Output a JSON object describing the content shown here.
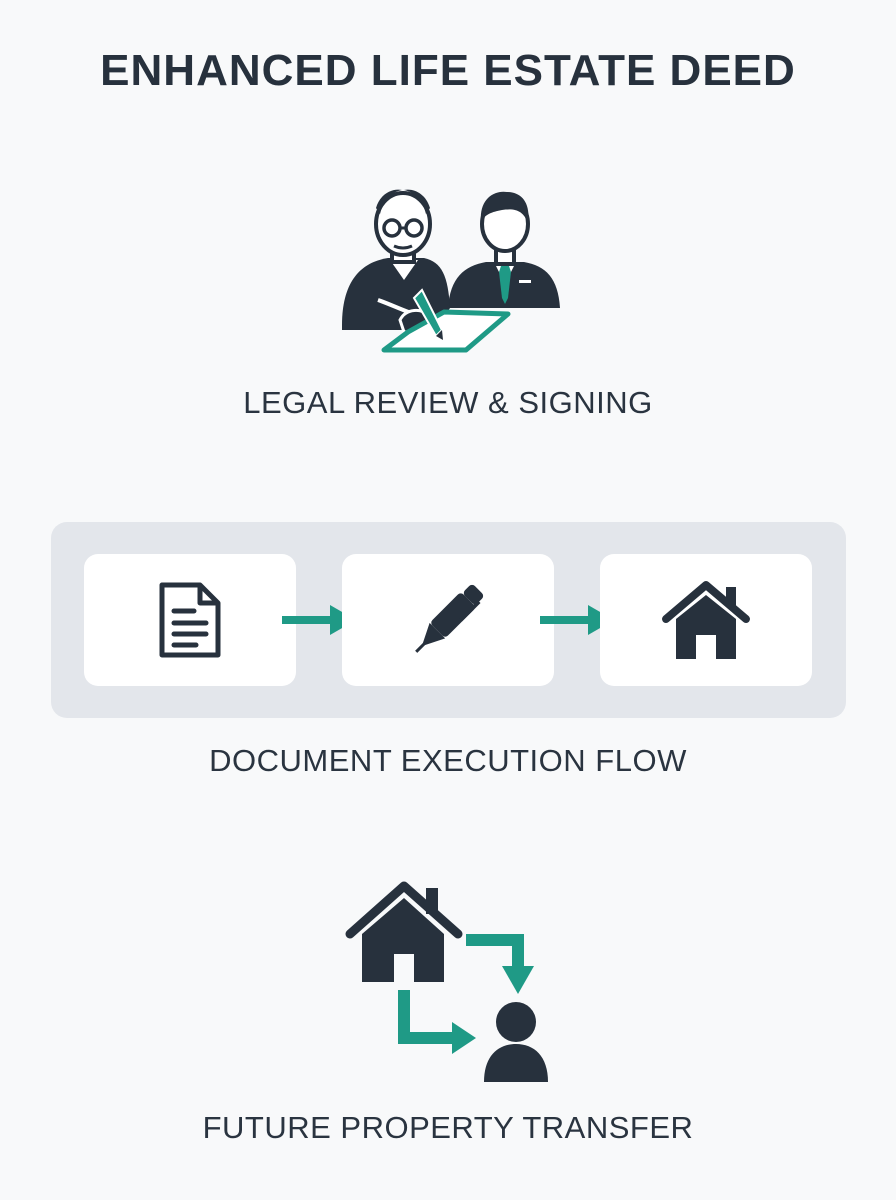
{
  "title": "ENHANCED LIFE ESTATE DEED",
  "sections": {
    "signing": {
      "label": "LEGAL REVIEW & SIGNING",
      "icon": "elder-and-attorney-signing-icon"
    },
    "flow": {
      "label": "DOCUMENT EXECUTION FLOW",
      "steps": [
        {
          "icon": "document-icon"
        },
        {
          "icon": "pen-icon"
        },
        {
          "icon": "house-icon"
        }
      ]
    },
    "transfer": {
      "label": "FUTURE PROPERTY TRANSFER",
      "icon": "house-to-person-transfer-icon"
    }
  },
  "colors": {
    "dark": "#27313d",
    "accent": "#1f9a86",
    "background": "#f8f9fa",
    "panel": "#e3e6eb",
    "card": "#ffffff"
  }
}
